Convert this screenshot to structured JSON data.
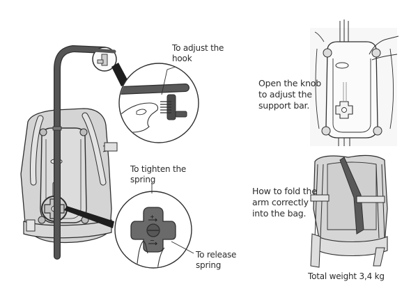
{
  "figure": {
    "title": "Support arm & vest instructions",
    "callouts": {
      "adjust_hook": {
        "lines": [
          "To adjust the",
          "hook"
        ]
      },
      "open_knob": {
        "lines": [
          "Open the knob",
          "to adjust the",
          "support bar."
        ]
      },
      "tighten_spring": {
        "lines": [
          "To tighten the",
          "spring"
        ]
      },
      "fold_arm": {
        "lines": [
          "How to fold the",
          "arm correctly",
          "into the bag."
        ]
      },
      "release_spring": {
        "lines": [
          "To release",
          "spring"
        ]
      },
      "total_weight": {
        "text": "Total weight 3,4 kg"
      }
    },
    "knob_marks": {
      "plus": "+",
      "minus": "−"
    },
    "colors": {
      "outline": "#2e2e2e",
      "vest_fill": "#d4d4d4",
      "vest_light": "#e6e6e6",
      "bar_fill": "#4a4a4a",
      "knob_fill": "#5f5f5f",
      "panel_bg": "#f7f7f7"
    }
  }
}
